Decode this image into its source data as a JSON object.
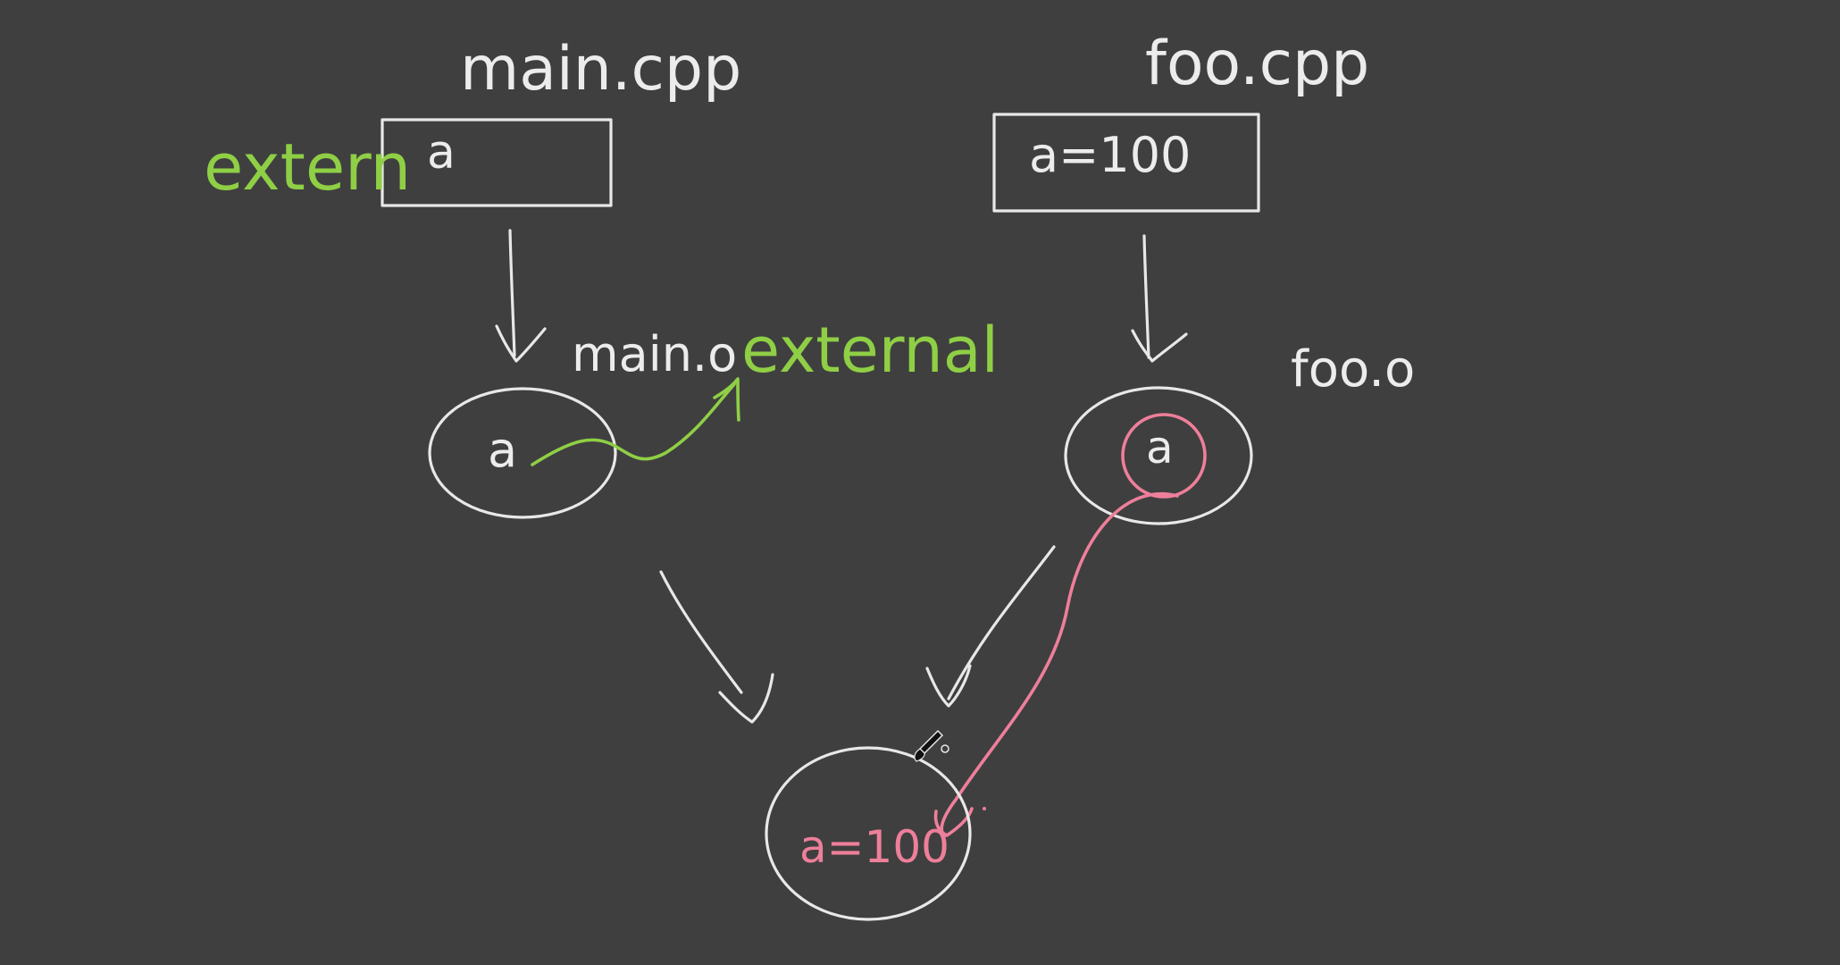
{
  "diagram": {
    "colors": {
      "background": "#3f3f3f",
      "chalk": "#e8e8e8",
      "green": "#8fcf45",
      "pink": "#ee7f9a"
    },
    "source_files": {
      "main": {
        "filename": "main.cpp",
        "content": "a",
        "keyword": "extern"
      },
      "foo": {
        "filename": "foo.cpp",
        "content": "a=100"
      }
    },
    "object_files": {
      "main": {
        "filename": "main.o",
        "symbol": "a",
        "linkage_note": "external"
      },
      "foo": {
        "filename": "foo.o",
        "symbol": "a"
      }
    },
    "linked_result": {
      "content": "a=100"
    },
    "cursor_icon": "brush-cursor-icon"
  }
}
